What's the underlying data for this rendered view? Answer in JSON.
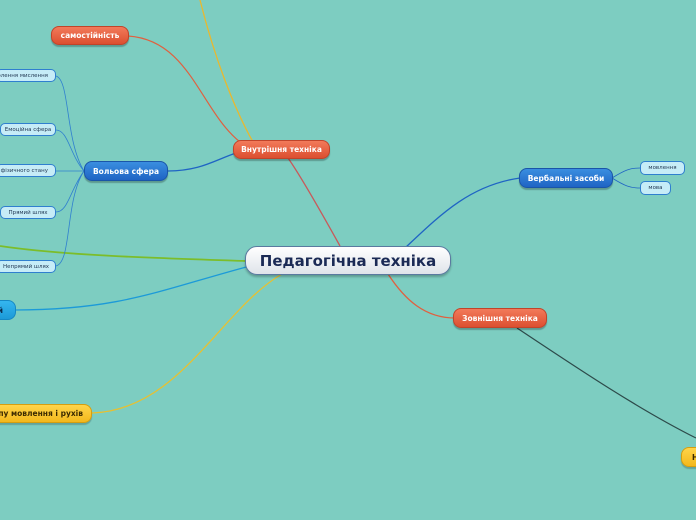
{
  "central": "Педагогічна техніка",
  "branches": {
    "inner": "Внутрішня техніка",
    "outer": "Зовнішня техніка",
    "verbal": "Вербальні засоби",
    "will": "Вольова сфера",
    "independence": "самостійність",
    "tempo": "пу мовлення і рухів",
    "cyan_fragment": "й",
    "yellow_fragment": "Н"
  },
  "leaves": {
    "thinking": "олення мислення",
    "emotional": "Емоційна сфера",
    "physical": "фізичного стану",
    "direct": "Прямий шлях",
    "indirect": "Непрямий шлях",
    "speech": "мовлення",
    "language": "мова"
  },
  "colors": {
    "background": "#7dcdc1",
    "red": "#dc4f30",
    "blue": "#1f64c4",
    "cyan": "#1c9ad8",
    "yellow": "#f3b81c",
    "green": "#7cbd2a",
    "dark": "#2d4a4a"
  }
}
